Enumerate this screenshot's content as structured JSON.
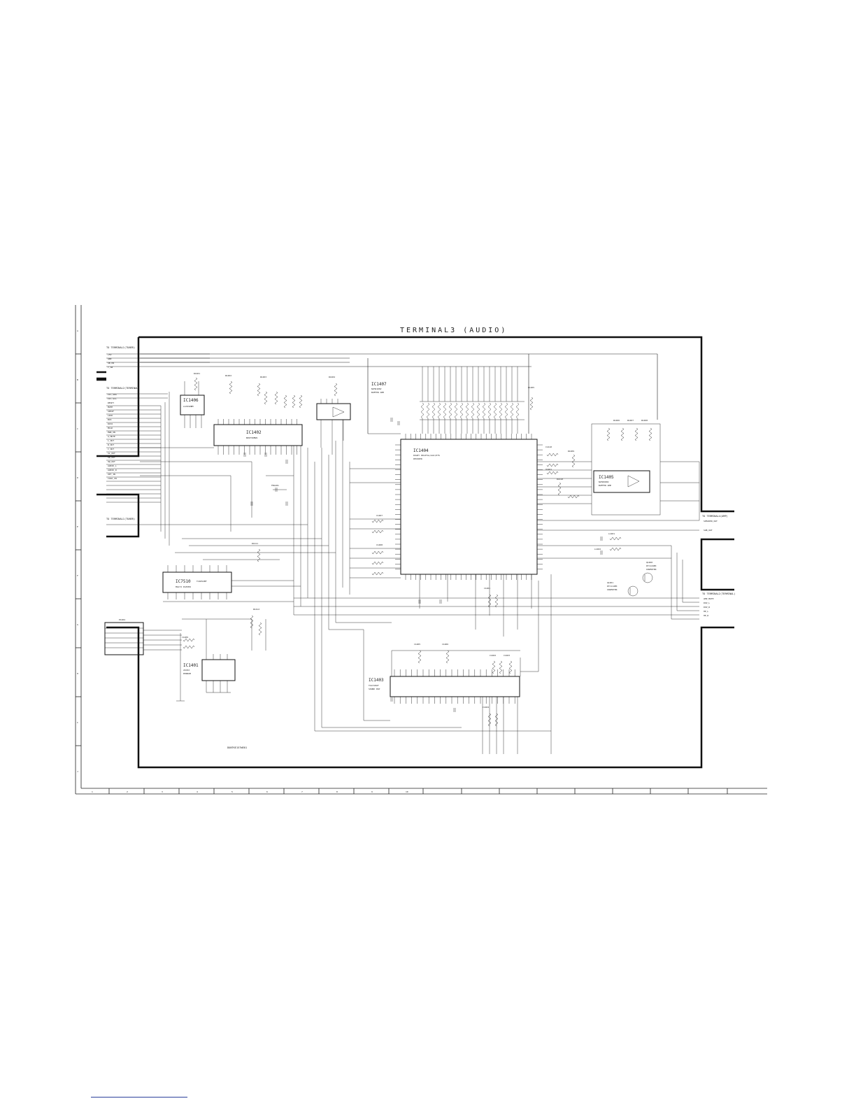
{
  "schematic": {
    "title": "TERMINAL3 (AUDIO)",
    "model_code": "DUNTKE157WE01",
    "connectors": {
      "to_tuner": "TO TERMINAL1(TUNER)",
      "to_terminal2": "TO TERMINAL2(TERMINAL)",
      "to_amp": "TO TERMINAL4(AMP)",
      "to_terminal_right": "TO TERMINAL2(TERMINAL)",
      "p1404": "P1404"
    },
    "ics": {
      "ic1404": {
        "name": "IC1404",
        "desc1": "DOLBY DIGITAL/AAC/DTS",
        "desc2": "DECODER"
      },
      "ic1402": {
        "name": "IC1402",
        "part": "BD9758MWV"
      },
      "ic1406": {
        "name": "IC1406",
        "part": "LA76S0BM"
      },
      "ic1407": {
        "name": "IC1407",
        "part": "NJM2100V",
        "desc": "BUFFER AMP"
      },
      "ic7510": {
        "name": "IC7510",
        "part": "TC4052BF",
        "desc": "MULTI PLEXER"
      },
      "ic1401": {
        "name": "IC1401",
        "part": "24C02",
        "desc": "EEPROM"
      },
      "ic1403": {
        "name": "IC1403",
        "part": "TA1318AF",
        "desc": "SOUND DSP"
      },
      "ic1405": {
        "name": "IC1405",
        "part": "NJM4580V",
        "desc": "BUFFER AMP"
      },
      "q1400": {
        "name": "Q1400",
        "part": "DTC124EK",
        "desc": "INVERTER"
      },
      "q1401": {
        "name": "Q1401",
        "part": "DTC114EK",
        "desc": "INVERTER"
      }
    },
    "left_signals": [
      "+5V",
      "GND",
      "SB_ON",
      "T_SW",
      "IIC_SDA",
      "IIC_SCL",
      "RESET",
      "MUTE",
      "SPDIF",
      "LRCK",
      "BCK",
      "DATA",
      "MCLK",
      "PWR_ON",
      "A_MUTE",
      "L_OUT",
      "R_OUT",
      "C_OUT",
      "SL_OUT",
      "SR_OUT",
      "SW_OUT",
      "AUDIO_L",
      "AUDIO_R",
      "OPT_IN",
      "COAX_IN"
    ],
    "right_signals": [
      "SPEAKER_OUT",
      "SUB_OUT",
      "AMP_MUTE",
      "DSP_L",
      "DSP_R",
      "HP_L",
      "HP_R"
    ],
    "component_labels": [
      "R1401",
      "R1402",
      "R1403",
      "R1404",
      "R1405",
      "R1406",
      "R1407",
      "R1408",
      "R1409",
      "R1410",
      "R1411",
      "R1412",
      "C1401",
      "C1402",
      "C1403",
      "C1404",
      "C1405",
      "C1406",
      "C1407",
      "C1408",
      "C1409",
      "C1410",
      "X1401",
      "L1401",
      "L1402",
      "FB1401"
    ],
    "grid_columns": [
      "1",
      "2",
      "3",
      "4",
      "5",
      "6",
      "7",
      "8",
      "9",
      "10"
    ],
    "grid_rows": [
      "A",
      "B",
      "C",
      "D",
      "E",
      "F",
      "G",
      "H",
      "I",
      "J"
    ]
  }
}
